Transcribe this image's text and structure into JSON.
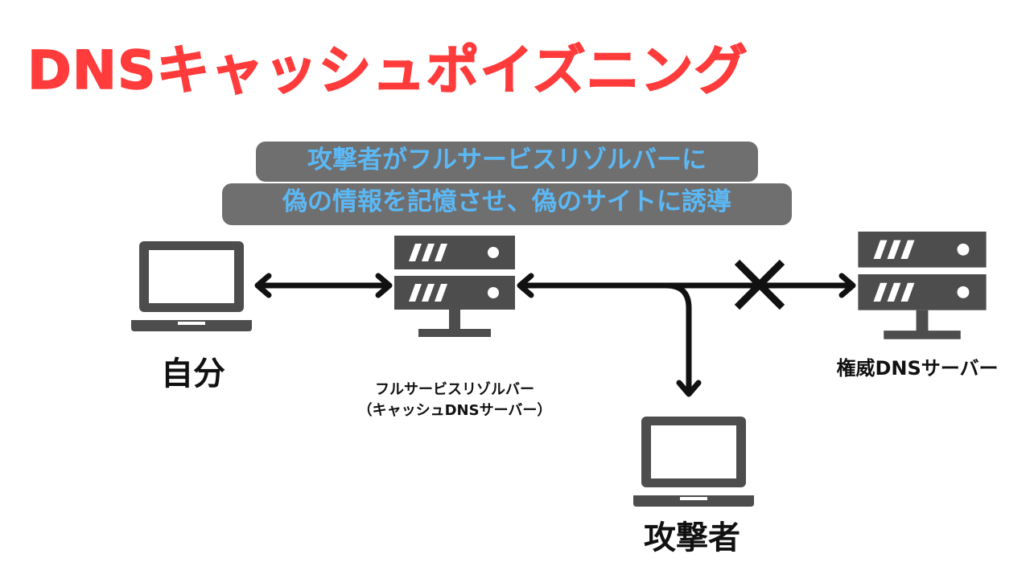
{
  "title": "DNSキャッシュポイズニング",
  "description": {
    "line1": "攻撃者がフルサービスリゾルバーに",
    "line2": "偽の情報を記憶させ、偽のサイトに誘導"
  },
  "nodes": {
    "self": "自分",
    "resolver": {
      "line1": "フルサービスリゾルバー",
      "line2": "（キャッシュDNSサーバー）"
    },
    "authoritative": "権威DNSサーバー",
    "attacker": "攻撃者"
  },
  "colors": {
    "title": "#ff3b3b",
    "bubble_bg": "#6f6f6f",
    "bubble_text": "#5bb8f5",
    "icon": "#4d4d4d",
    "line": "#111111"
  }
}
